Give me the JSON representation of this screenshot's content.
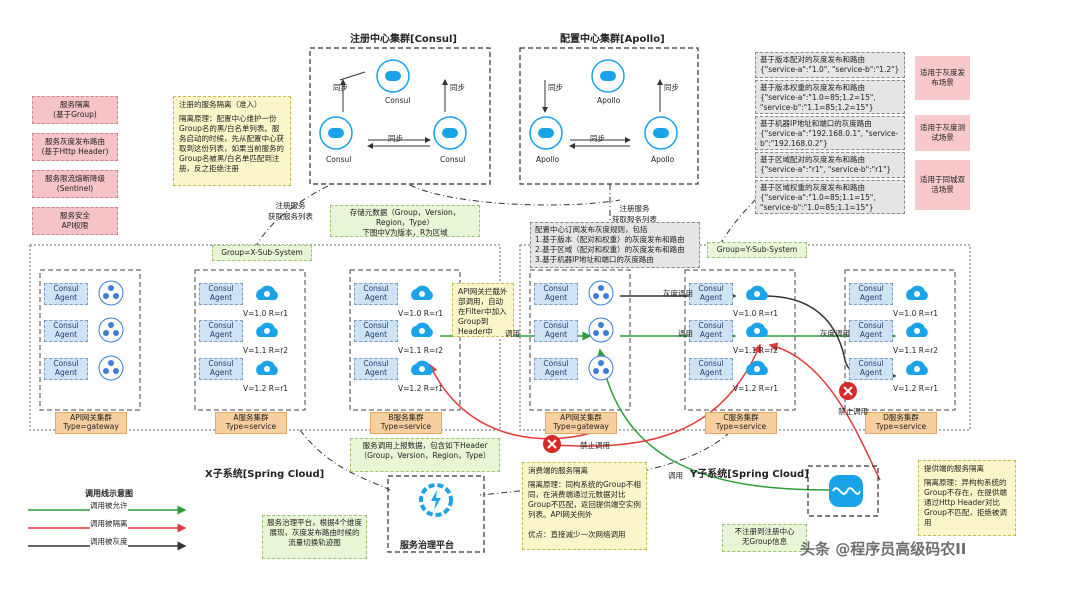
{
  "consul_cluster": {
    "title": "注册中心集群[Consul]",
    "node_label": "Consul",
    "sync_label": "同步"
  },
  "apollo_cluster": {
    "title": "配置中心集群[Apollo]",
    "node_label": "Apollo",
    "sync_label": "同步"
  },
  "left_tags": [
    "服务隔离\n(基于Group)",
    "服务灰度发布路由\n(基于Http Header)",
    "服务限流熔断降级\n(Sentinel)",
    "服务安全\nAPI权限"
  ],
  "isolation_note": {
    "title": "注册的服务隔离（准入）",
    "body": "隔离原理：配置中心维护一份Group名的黑/白名单列表。服务启动的时候，先从配置中心获取到这份列表，如果当前服务的Group名被黑/白名单匹配到注册，反之拒绝注册"
  },
  "right_rules": [
    "基于版本配对的灰度发布和路由\n{\"service-a\":\"1.0\", \"service-b\":\"1.2\"}",
    "基于版本权重的灰度发布和路由\n{\"service-a\":\"1.0=85;1.2=15\",\n\"service-b\":\"1.1=85;1.2=15\"}",
    "基于机器IP地址和端口的灰度路由\n{\"service-a\":\"192.168.0.1\", \"service-\nb\":\"192.168.0.2\"}",
    "基于区域配对的灰度发布和路由\n{\"service-a\":\"r1\", \"service-b\":\"r1\"}",
    "基于区域权重的灰度发布和路由\n{\"service-a\":\"1.0=85;1.1=15\",\n\"service-b\":\"1.0=85;1.1=15\"}"
  ],
  "scenario_tags": [
    "适用于灰度发布场景",
    "适用于灰度测试场景",
    "适用于同城双活场景"
  ],
  "labels": {
    "register_left": "注册服务\n获取服务列表",
    "register_right": "注册服务\n获取服务列表",
    "metadata_note": "存储元数据（Group，Version，Region，Type）\n下图中V为版本，R为区域",
    "config_subscribe": "配置中心订阅发布灰度规则，包括\n1.基于版本（配对和权重）的灰度发布和路由\n2.基于区域（配对和权重）的灰度发布和路由\n3.基于机器IP地址和端口的灰度路由",
    "group_x": "Group=X-Sub-System",
    "group_y": "Group=Y-Sub-System",
    "gateway_intercept": "API网关拦截外部调用，自动在Filter中加入Group到Header中",
    "call": "调用",
    "gray_call": "灰度调用",
    "forbid_call": "禁止调用",
    "header_note": "服务调用上报数据，包含如下Header（Group，Version，Region，Type）",
    "x_system": "X子系统[Spring Cloud]",
    "y_system": "Y子系统[Spring Cloud]",
    "governance": "服务治理平台",
    "governance_note": "服务治理平台，根据4个维度展现，灰度发布路由时候的流量切换轨迹图",
    "consumer_iso_title": "消费端的服务隔离",
    "consumer_iso_body": "隔离原理：同构系统的Group不相同，在消费端通过元数据对比Group不匹配，返回提供端空实例列表。API网关例外\n\n优点：直接减少一次网络调用",
    "provider_iso_title": "提供端的服务隔离",
    "provider_iso_body": "隔离原理：异构构系统的Group不存在，在提供端通过Http Header对比Group不匹配，拒绝被调用",
    "no_register": "不注册到注册中心\n无Group信息",
    "legend_title": "调用线示意图",
    "legend_allow": "调用被允许",
    "legend_isolate": "调用被隔离",
    "legend_gray": "调用被灰度",
    "watermark": "头条 @程序员高级码农II"
  },
  "consul_agent": "Consul\nAgent",
  "versions": {
    "v10": "V=1.0 R=r1",
    "v11": "V=1.1 R=r2",
    "v12": "V=1.2 R=r1"
  },
  "clusters": [
    {
      "name": "API网关集群",
      "type": "Type=gateway"
    },
    {
      "name": "A服务集群",
      "type": "Type=service"
    },
    {
      "name": "B服务集群",
      "type": "Type=service"
    },
    {
      "name": "API网关集群",
      "type": "Type=gateway"
    },
    {
      "name": "C服务集群",
      "type": "Type=service"
    },
    {
      "name": "D服务集群",
      "type": "Type=service"
    }
  ],
  "colors": {
    "allow": "#2e9d3a",
    "isolate": "#e03c3c",
    "gray": "#333333",
    "node": "#1aa3e8",
    "sub": "#3b7dd8"
  }
}
